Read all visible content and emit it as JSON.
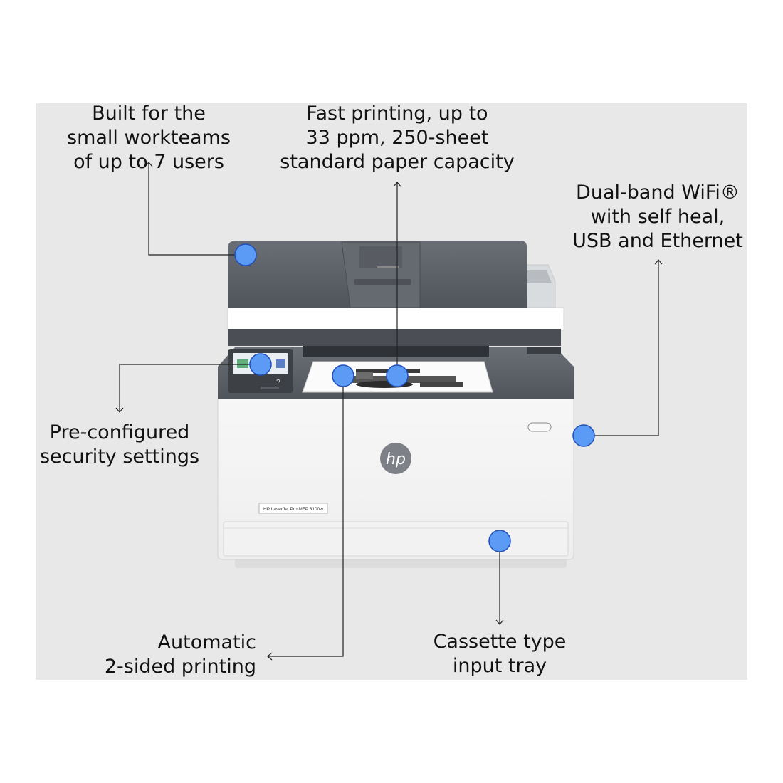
{
  "colors": {
    "panel_background": "#e8e8e8",
    "hotspot": "#5b9bf5",
    "hotspot_border": "#1f4fb8",
    "leader_line": "#222222",
    "printer_body": "#f4f4f4",
    "printer_top": "#5d6168"
  },
  "product": {
    "brand_logo": "hp",
    "model_label": "HP LaserJet Pro MFP 3100w",
    "screen_help_glyph": "?"
  },
  "callouts": {
    "workteams": {
      "lines": [
        "Built for the",
        "small workteams",
        "of up to 7 users"
      ]
    },
    "fast_printing": {
      "lines": [
        "Fast printing, up to",
        "33 ppm, 250-sheet",
        "standard paper capacity"
      ]
    },
    "wifi": {
      "lines": [
        "Dual-band WiFi®",
        "with self heal,",
        "USB and Ethernet"
      ]
    },
    "security": {
      "lines": [
        "Pre-configured",
        "security settings"
      ]
    },
    "duplex": {
      "lines": [
        "Automatic",
        "2-sided printing"
      ]
    },
    "cassette": {
      "lines": [
        "Cassette type",
        "input tray"
      ]
    }
  },
  "icons": {
    "hotspot": "blue-circle-marker",
    "arrow_up": "arrowhead-up",
    "arrow_down": "arrowhead-down",
    "arrow_left": "arrowhead-left"
  }
}
